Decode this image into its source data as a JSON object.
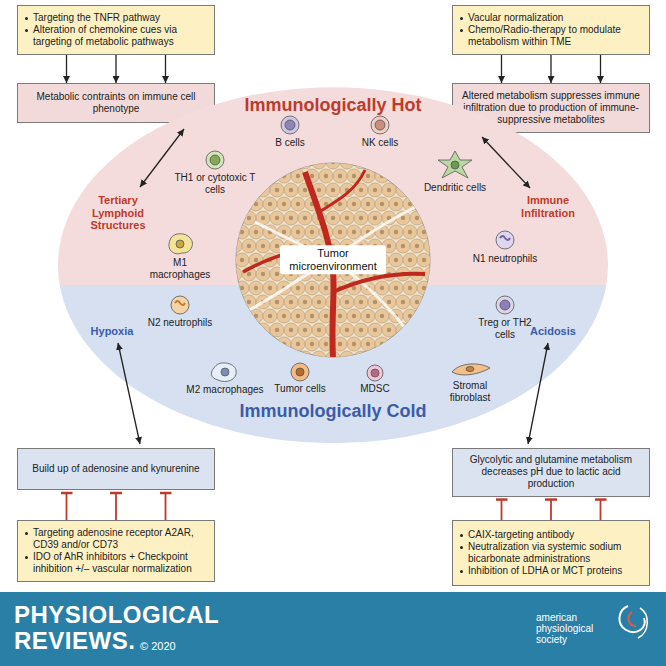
{
  "diagram": {
    "nodes": [
      {
        "text": [
          "Targeting the TNFR pathway",
          "Alteration of chemokine cues via targeting of metabolic pathways"
        ]
      },
      {
        "text": [
          "Metabolic contraints on immune cell phenotype"
        ]
      },
      {
        "text": [
          "Vacular normalization",
          "Chemo/Radio-therapy to modulate metabolism within TME"
        ]
      },
      {
        "text": [
          "Altered metabolism suppresses immune infiltration due to production of immune-suppressive metabolites"
        ]
      },
      {
        "text": [
          "Immunologically Hot"
        ]
      },
      {
        "text": [
          "Immunologically Cold"
        ]
      },
      {
        "text": [
          "Tumor microenvironment"
        ]
      },
      {
        "text": [
          "Build up of adenosine and kynurenine"
        ]
      },
      {
        "text": [
          "Glycolytic and glutamine metabolism decreases pH due to lactic acid production"
        ]
      },
      {
        "text": [
          "Targeting adenosine receptor A2AR, CD39 and/or CD73",
          "IDO of AhR inhibitors + Checkpoint inhibition +/– vascular normalization"
        ]
      },
      {
        "text": [
          "CAIX-targeting antibody",
          "Neutralization via systemic sodium bicarbonate administrations",
          "Inhibition of LDHA or MCT proteins"
        ]
      }
    ],
    "edges": [
      {
        "from": 0,
        "to": 1,
        "arrow": "to"
      },
      {
        "from": 0,
        "to": 1,
        "arrow": "to"
      },
      {
        "from": 0,
        "to": 1,
        "arrow": "to"
      },
      {
        "from": 2,
        "to": 3,
        "arrow": "to"
      },
      {
        "from": 2,
        "to": 3,
        "arrow": "to"
      },
      {
        "from": 2,
        "to": 3,
        "arrow": "to"
      },
      {
        "from": 9,
        "to": 7,
        "arrow": "to"
      },
      {
        "from": 9,
        "to": 7,
        "arrow": "to"
      },
      {
        "from": 9,
        "to": 7,
        "arrow": "to"
      },
      {
        "from": 10,
        "to": 8,
        "arrow": "to"
      },
      {
        "from": 10,
        "to": 8,
        "arrow": "to"
      },
      {
        "from": 10,
        "to": 8,
        "arrow": "to"
      }
    ],
    "labels": [
      "B cells",
      "NK cells",
      "TH1 or cytotoxic T cells",
      "Dendritic cells",
      "M1 macrophages",
      "N1 neutrophils",
      "N2 neutrophils",
      "Treg or TH2 cells",
      "M2 macrophages",
      "Stromal fibroblast",
      "Tumor cells",
      "MDSC",
      "Tertiary Lymphoid Structures",
      "Immune Infiltration",
      "Hypoxia",
      "Acidosis",
      "PHYSIOLOGICAL",
      "REVIEWS.",
      "© 2020",
      "american physiological society"
    ]
  }
}
